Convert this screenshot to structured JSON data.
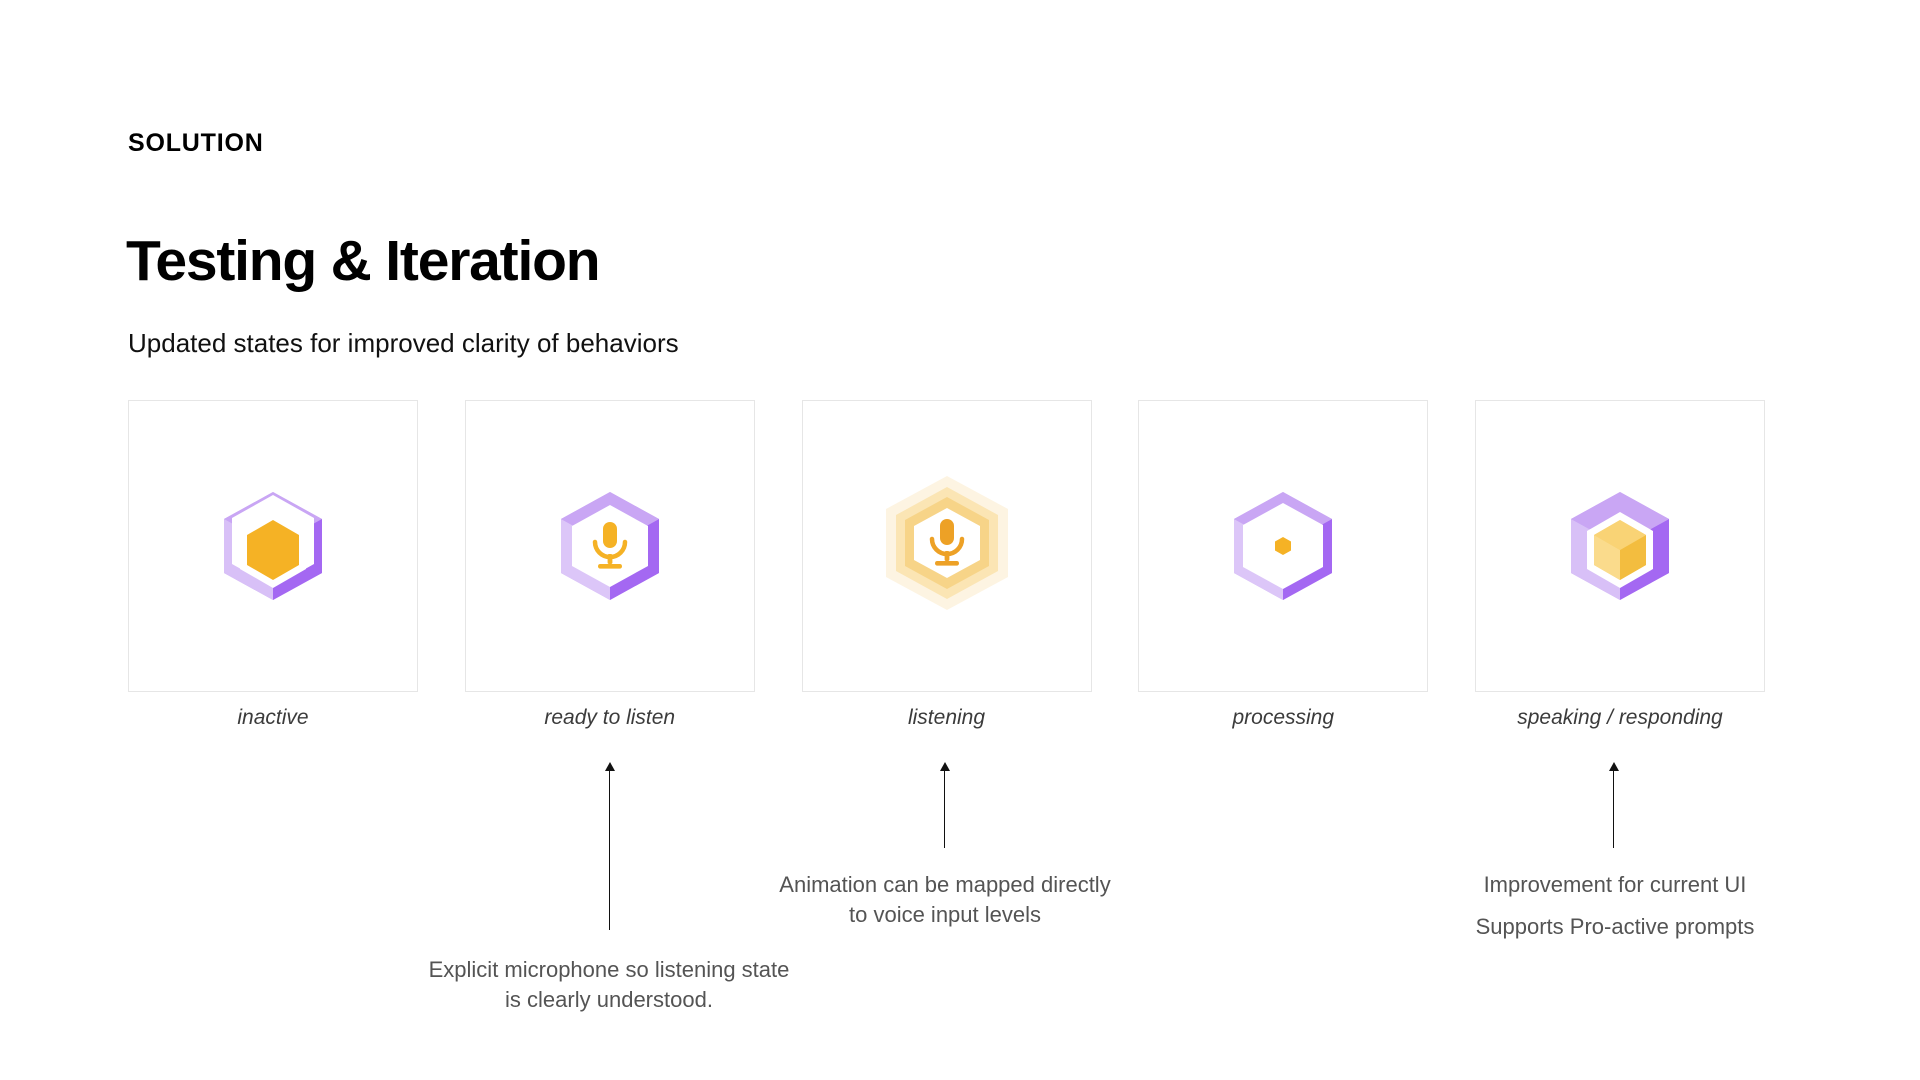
{
  "header": {
    "eyebrow": "SOLUTION",
    "title": "Testing & Iteration",
    "subtitle": "Updated states for improved clarity of behaviors"
  },
  "theme": {
    "background": "#ffffff",
    "text_primary": "#000000",
    "text_muted": "#545454",
    "label_color": "#3b3b3b",
    "card_border": "#e6e6e6",
    "purple_light": "#d5b4f5",
    "purple_mid": "#bb8cf2",
    "purple_dark": "#9b59f0",
    "amber": "#f5b225",
    "amber_light": "#fbd97d",
    "amber_pale": "#fbe9bd",
    "amber_faint": "#fdf4e0"
  },
  "states": [
    {
      "id": "inactive",
      "label": "inactive",
      "icon": "hexagon-solid-icon"
    },
    {
      "id": "ready",
      "label": "ready to listen",
      "icon": "hexagon-microphone-icon"
    },
    {
      "id": "listening",
      "label": "listening",
      "icon": "hexagon-pulse-microphone-icon"
    },
    {
      "id": "processing",
      "label": "processing",
      "icon": "hexagon-outline-dot-icon"
    },
    {
      "id": "speaking",
      "label": "speaking / responding",
      "icon": "hexagon-solid-amber-core-icon"
    }
  ],
  "callouts": [
    {
      "id": "ready-callout",
      "target": "ready to listen",
      "lines": [
        "Explicit microphone so listening state",
        "is clearly understood."
      ]
    },
    {
      "id": "listening-callout",
      "target": "listening",
      "lines": [
        "Animation can be mapped directly",
        "to voice input levels"
      ]
    },
    {
      "id": "speaking-callout",
      "target": "speaking / responding",
      "lines": [
        "Improvement for current UI",
        "Supports Pro-active prompts"
      ]
    }
  ]
}
